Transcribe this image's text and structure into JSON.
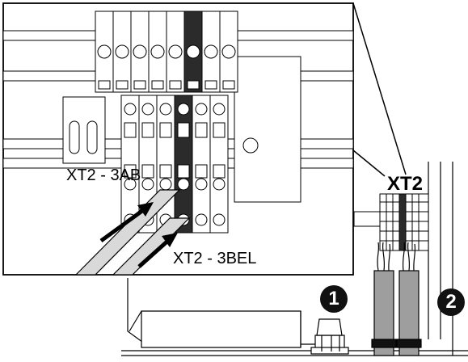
{
  "labels": {
    "terminal_a": "XT2 - 3AB",
    "terminal_b": "XT2 - 3BEL",
    "block": "XT2"
  },
  "callouts": {
    "first": "1",
    "second": "2"
  },
  "colors": {
    "line": "#000000",
    "terminal_fill": "#ffffff",
    "terminal_dark": "#2b2b2b",
    "cable_fill": "#d9d9d9",
    "sleeve_fill": "#9e9e9e",
    "badge_fill": "#111111"
  }
}
